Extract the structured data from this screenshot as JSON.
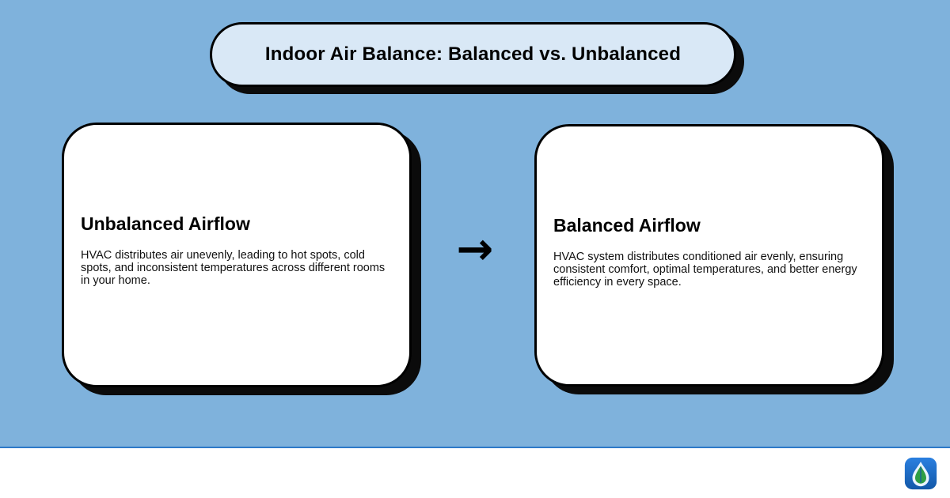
{
  "colors": {
    "background": "#7FB2DC",
    "banner_fill": "#D9E8F6",
    "card_fill": "#FFFFFF",
    "border": "#000000",
    "shadow": "#0B0B0B",
    "footer_background": "#FFFFFF",
    "footer_divider": "#2E79C8",
    "logo_blue": "#1B6FD3",
    "logo_leaf_green": "#2F9E44"
  },
  "banner": {
    "title": "Indoor Air Balance: Balanced vs. Unbalanced"
  },
  "cards": [
    {
      "heading": "Unbalanced Airflow",
      "body": "HVAC distributes air unevenly, leading to hot spots, cold spots, and inconsistent temperatures across different rooms in your home."
    },
    {
      "heading": "Balanced Airflow",
      "body": "HVAC system distributes conditioned air evenly, ensuring consistent comfort, optimal temperatures, and better energy efficiency in every space."
    }
  ],
  "arrow": {
    "glyph": "→"
  },
  "footer": {
    "logo_icon": "water-drop-leaf-logo"
  }
}
